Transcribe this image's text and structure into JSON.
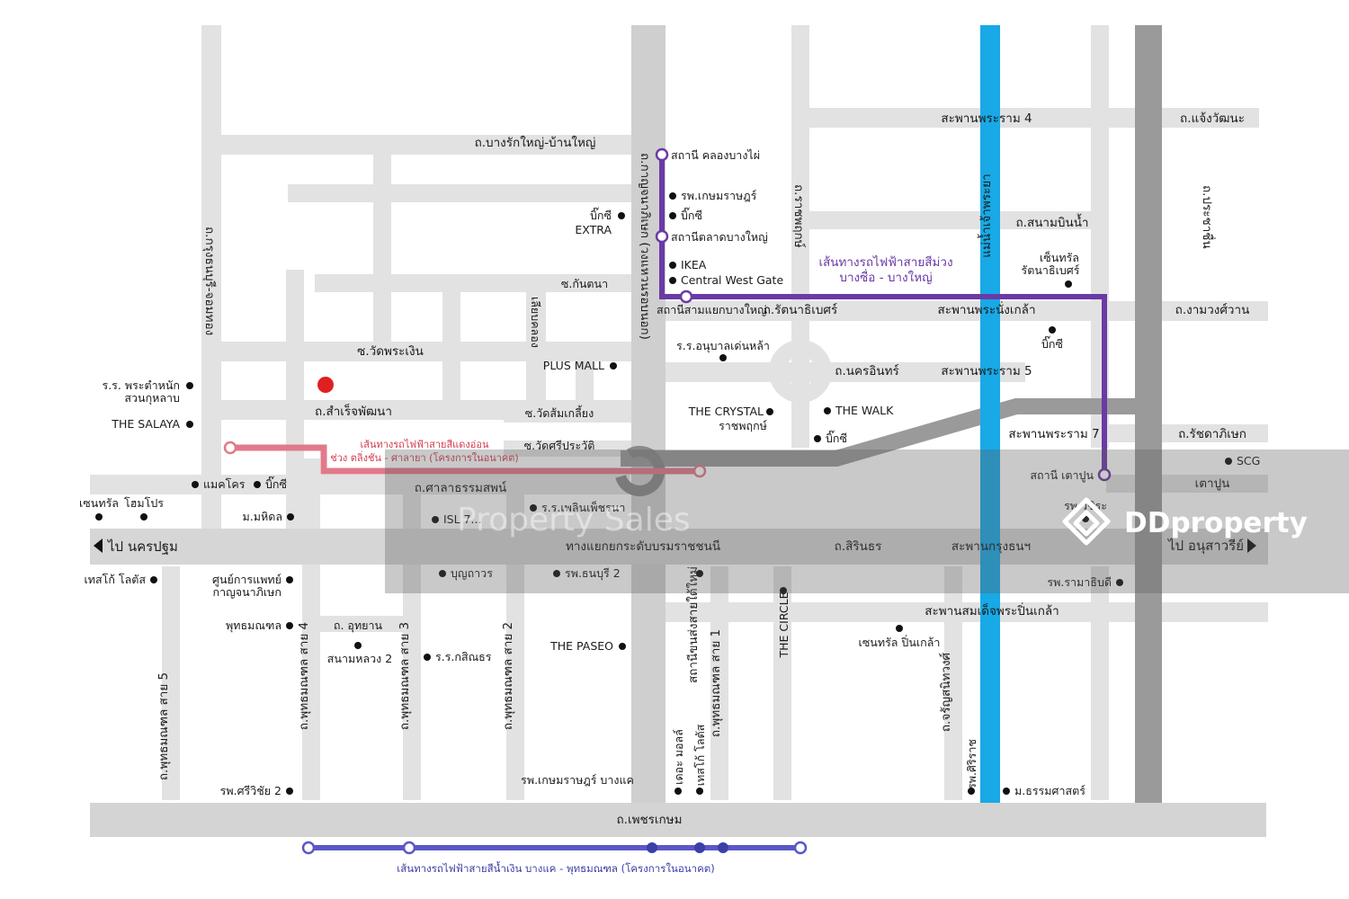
{
  "colors": {
    "road": "#e2e2e2",
    "major_road": "#bdbdbd",
    "expressway": "#9a9a9a",
    "river": "#18a9e6",
    "purple_line": "#6a3aa6",
    "red_line": "#e07a8a",
    "blue_line": "#5a58c6",
    "property_marker": "#e02020"
  },
  "roads": {
    "bangruk_banyai": "ถ.บางรักใหญ่-บ้านใหญ่",
    "kanchanaphisek": "ถ.กาญจนาภิเษก (วงแหวนรอบนอก)",
    "ratchaphruek": "ถ.ราชพฤกษ์",
    "rama4_bridge": "สะพานพระราม 4",
    "chaengwattana": "ถ.แจ้งวัฒนะ",
    "pracha_chuen": "ถ.ประชาชื่น",
    "sanambinnam": "ถ.สนามบินน้ำ",
    "krungthon_chomthong": "ถ.กรุงธนบุรี-จอมทอง",
    "soi_kinthana": "ซ.กันตนา",
    "rattanathibet": "ถ.รัตนาธิเบศร์",
    "nonthaburi_bridge": "สะพานพระนั่งเกล้า",
    "ngamwongwan": "ถ.งามวงศ์วาน",
    "soi_wat_phra_ngoen": "ซ.วัดพระเงิน",
    "nakhon_in": "ถ.นครอินทร์",
    "rama5_bridge": "สะพานพระราม 5",
    "samruayphatthana": "ถ.สำเร็จพัฒนา",
    "soi_wat_somklieng": "ซ.วัดส้มเกลี้ยง",
    "rama7_bridge": "สะพานพระราม 7",
    "ratchadaphisek": "ถ.รัชดาภิเษก",
    "soi_wat_sriprawat": "ซ.วัดศรีประวัติ",
    "saladhammasop": "ถ.ศาลาธรรมสพน์",
    "tao_poon": "เตาปูน",
    "to_nakhon_pathom": "ไป นครปฐม",
    "interchange": "ทางแยกยกระดับบรมราชชนนี",
    "sirindhorn": "ถ.สิรินธร",
    "krungthon_bridge": "สะพานกรุงธนฯ",
    "to_victory": "ไป อนุสาวรีย์",
    "somdet_pinklao": "สะพานสมเด็จพระปิ่นเกล้า",
    "utthayan": "ถ. อุทยาน",
    "phutthamonthon5": "ถ.พุทธมณฑล สาย 5",
    "phutthamonthon4": "ถ.พุทธมณฑล สาย 4",
    "phutthamonthon3": "ถ.พุทธมณฑล สาย 3",
    "phutthamonthon2": "ถ.พุทธมณฑล สาย 2",
    "phutthamonthon1": "ถ.พุทธมณฑล สาย 1",
    "bus_terminal": "สถานีขนส่งสายใต้ใหม่",
    "charansanitwong": "ถ.จรัญสนิทวงศ์",
    "chao_phraya": "แม่น้ำเจ้าพระยา",
    "phetkasem": "ถ.เพชรเกษม",
    "khlong_maha_sawat": "เลียบคลอง"
  },
  "stations": {
    "khlong_bang_phai": "สถานี คลองบางไผ่",
    "talad_bang_yai": "สถานีตลาดบางใหญ่",
    "sam_yaek_bang_yai": "สถานีสามแยกบางใหญ่",
    "tao_poon": "สถานี เตาปูน"
  },
  "lines": {
    "purple_line_1": "เส้นทางรถไฟฟ้าสายสีม่วง",
    "purple_line_2": "บางซื่อ - บางใหญ่",
    "red_line_1": "เส้นทางรถไฟฟ้าสายสีแดงอ่อน",
    "red_line_2": "ช่วง ตลิ่งชัน - ศาลายา (โครงการในอนาคต)",
    "blue_line": "เส้นทางรถไฟฟ้าสายสีน้ำเงิน บางแค - พุทธมณฑล (โครงการในอนาคต)"
  },
  "pois": {
    "kasemrad_rattanathibet": "รพ.เกษมราษฎร์",
    "bigc_bangyai": "บิ๊กซี",
    "bigc_extra_1": "บิ๊กซี",
    "bigc_extra_2": "EXTRA",
    "ikea": "IKEA",
    "central_westgate": "Central West Gate",
    "plus_mall": "PLUS MALL",
    "anuban_school": "ร.ร.อนุบาลเด่นหล้า",
    "central_rattanathibet_1": "เซ็นทรัล",
    "central_rattanathibet_2": "รัตนาธิเบศร์",
    "bigc_nonthaburi": "บิ๊กซี",
    "rama_school_1": "ร.ร. พระตำหนัก",
    "rama_school_2": "สวนกุหลาบ",
    "the_salaya": "THE SALAYA",
    "the_crystal_1": "THE CRYSTAL",
    "the_crystal_2": "ราชพฤกษ์",
    "the_walk": "THE WALK",
    "bigc_ratchaphruek": "บิ๊กซี",
    "makro": "แมคโคร",
    "bigc_salaya": "บิ๊กซี",
    "scg": "SCG",
    "central_salaya": "เซนทรัล",
    "homepro": "โฮมโปร",
    "mahidol": "ม.มหิดล",
    "isl": "ISL 7...",
    "sriprawat_school": "ร.ร.เพลินเพ็ชรนา",
    "wachira": "รพ.วชิระ",
    "tesco_salaya": "เทสโก้ โลตัส",
    "medical_center_1": "ศูนย์การแพทย์",
    "medical_center_2": "กาญจนาภิเษก",
    "boonthavorn": "บุญถาวร",
    "thonburi2": "รพ.ธนบุรี 2",
    "ramathibodi": "รพ.รามาธิบดี",
    "phutthamonthon_park": "พุทธมณฑล",
    "sanamluang2": "สนามหลวง 2",
    "kasemrad_school": "ร.ร.กสิณธร",
    "the_paseo": "THE PASEO",
    "the_circle": "THE CIRCLE",
    "central_pinklao": "เซนทรัล ปิ่นเกล้า",
    "sriwichai2": "รพ.ศรีวิชัย 2",
    "kasemrad_bangkae": "รพ.เกษมราษฎร์ บางแค",
    "the_mall": "เดอะ มอลล์",
    "tesco_bangkae": "เทสโก้ โลตัส",
    "siriraj": "รพ.ศิริราช",
    "thammasat": "ม.ธรรมศาสตร์"
  },
  "watermark": {
    "brand": "DDproperty",
    "text": "Property Sales"
  }
}
